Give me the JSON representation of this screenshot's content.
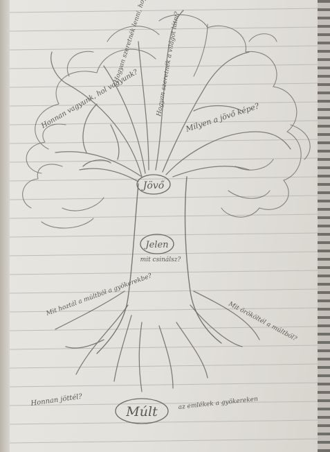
{
  "image": {
    "subject": "hand-drawn tree on lined notebook paper",
    "colors": {
      "paper": "#e6e4df",
      "rule_line": "#b8b6b1",
      "pencil": "#6e6b66",
      "text": "#5b5853"
    }
  },
  "labels": {
    "crown_center": "Jövő",
    "trunk_center": "Jelen",
    "trunk_sub": "mit csinálsz?",
    "roots_center": "Múlt",
    "left_upper": "Hogyan szeretnék lenni, hogy éljünk?",
    "left_lower": "Honnan vagyunk, hol vagyunk?",
    "right_upper": "Hogyan szeretnék a világot látni?",
    "right_middle": "Milyen a jövő képe?",
    "left_bottom": "Mit hoztál a múltból a gyökerekbe?",
    "right_bottom": "Mit örököltél a múltból?",
    "ground_left": "Honnan jöttél?",
    "ground_right": "az emlékek a gyökereken"
  }
}
